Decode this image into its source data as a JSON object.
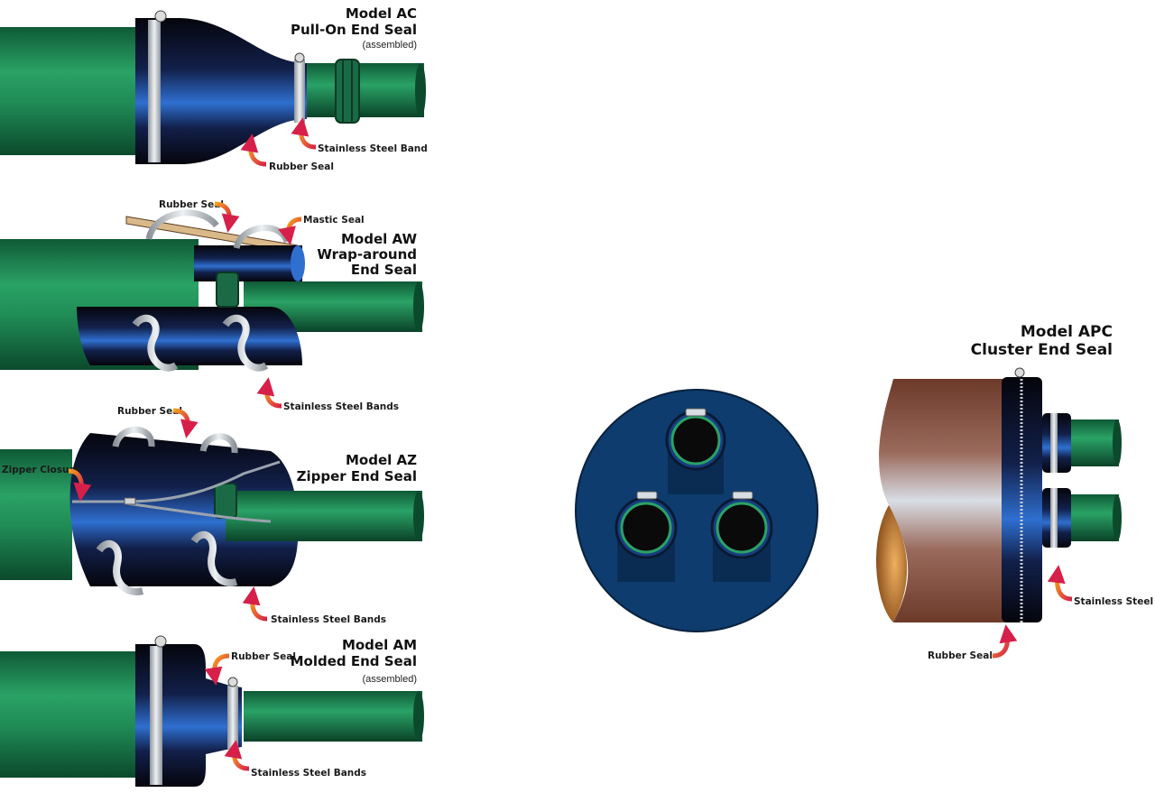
{
  "models": {
    "ac": {
      "name": "Model AC",
      "desc": "Pull-On End Seal",
      "note": "(assembled)"
    },
    "aw": {
      "name": "Model AW",
      "desc1": "Wrap-around",
      "desc2": "End Seal"
    },
    "az": {
      "name": "Model AZ",
      "desc": "Zipper End Seal"
    },
    "am": {
      "name": "Model AM",
      "desc": "Molded End Seal",
      "note": "(assembled)"
    },
    "apc": {
      "name": "Model APC",
      "desc": "Cluster End Seal"
    }
  },
  "labels": {
    "rubber_seal": "Rubber Seal",
    "stainless_steel_band": "Stainless Steel Band",
    "stainless_steel_bands": "Stainless Steel Bands",
    "mastic_seal": "Mastic Seal",
    "zipper_closure": "Zipper Closure",
    "stainless_steel": "Stainless Steel"
  },
  "colors": {
    "pipe_green": "#1f8a55",
    "seal_blue": "#1a4fa0",
    "seal_black": "#0a0a14",
    "steel": "#c8cdd2",
    "copper": "#b0702f",
    "arrow_orange": "#f7a21b",
    "arrow_red": "#d6204a",
    "disk_navy": "#0e3c6e"
  }
}
